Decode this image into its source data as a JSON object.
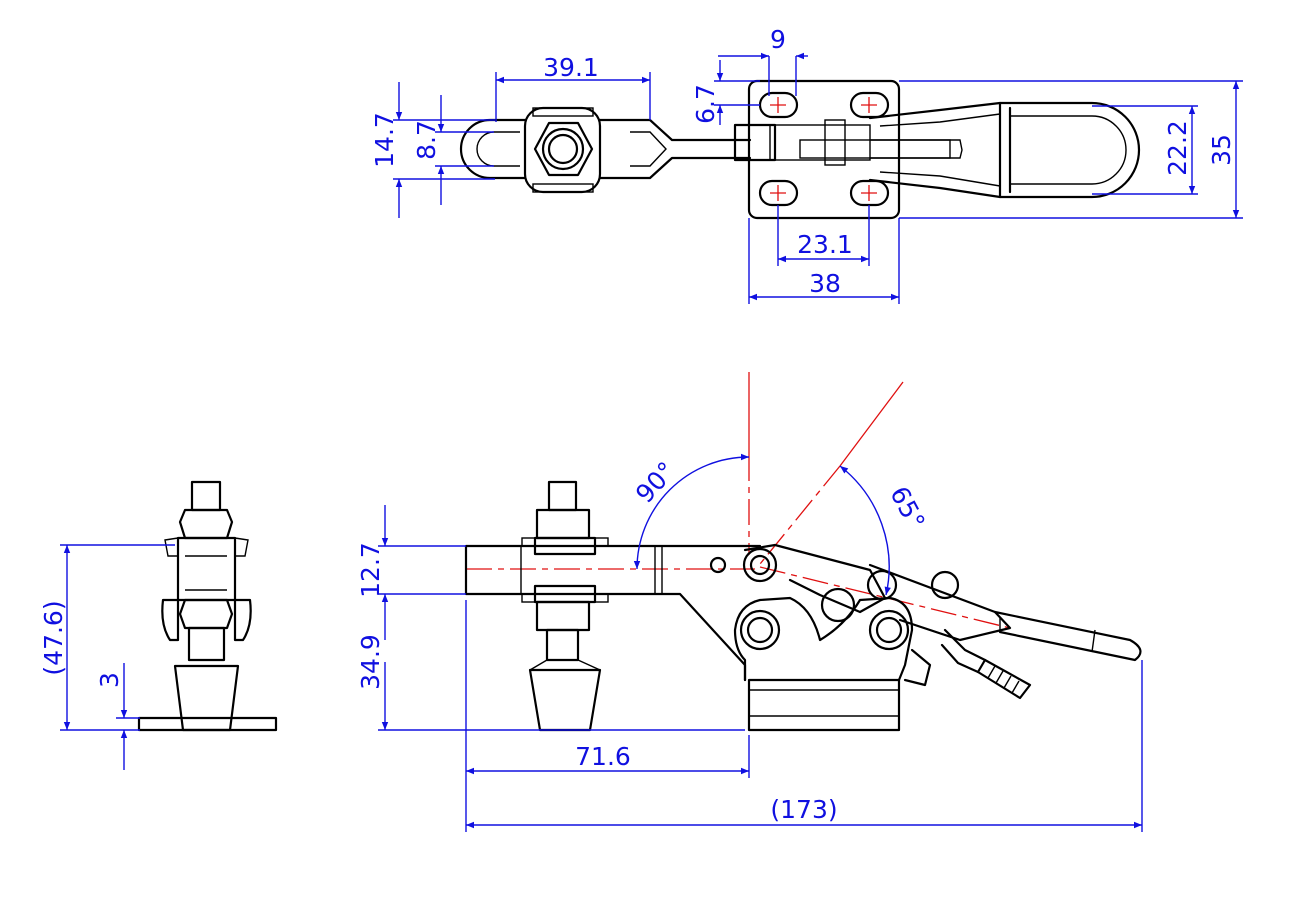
{
  "drawing": {
    "top_view": {
      "dims": {
        "d_39_1": "39.1",
        "d_9": "9",
        "d_6_7": "6.7",
        "d_14_7": "14.7",
        "d_8_7": "8.7",
        "d_22_2": "22.2",
        "d_35": "35",
        "d_23_1": "23.1",
        "d_38": "38"
      }
    },
    "end_view": {
      "dims": {
        "d_47_6": "(47.6)",
        "d_3": "3"
      }
    },
    "side_view": {
      "dims": {
        "d_12_7": "12.7",
        "d_34_9": "34.9",
        "d_71_6": "71.6",
        "d_173": "(173)",
        "a_90": "90°",
        "a_65": "65°"
      }
    }
  },
  "colors": {
    "part_lines": "#000000",
    "dimension_lines": "#1010e0",
    "center_lines": "#e01010"
  }
}
